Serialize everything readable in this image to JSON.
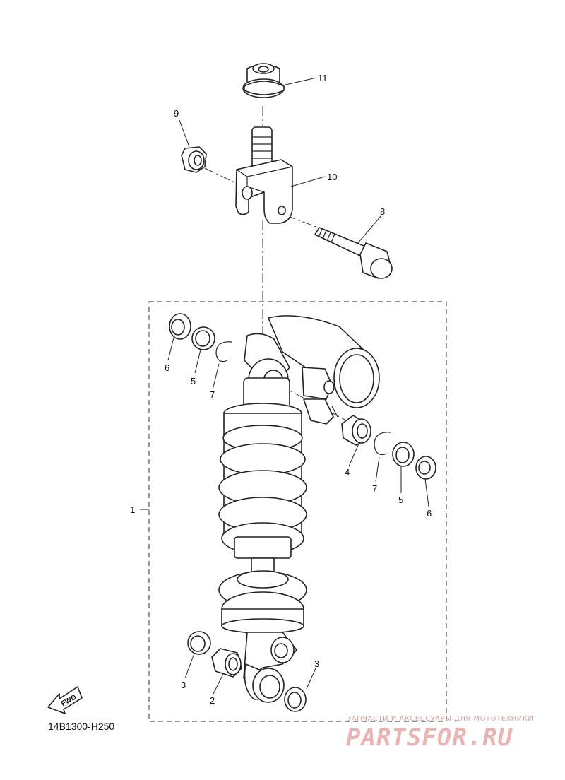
{
  "diagram_code": "14B1300-H250",
  "fwd_label": "FWD",
  "watermark": {
    "tagline": "ЗАПЧАСТИ И АКСЕССУАРЫ ДЛЯ МОТОТЕХНИКИ",
    "brand": "PARTSFOR.RU"
  },
  "callouts": {
    "n1": "1",
    "n2": "2",
    "n3a": "3",
    "n3b": "3",
    "n4": "4",
    "n5a": "5",
    "n5b": "5",
    "n6a": "6",
    "n6b": "6",
    "n7a": "7",
    "n7b": "7",
    "n8": "8",
    "n9": "9",
    "n10": "10",
    "n11": "11"
  }
}
